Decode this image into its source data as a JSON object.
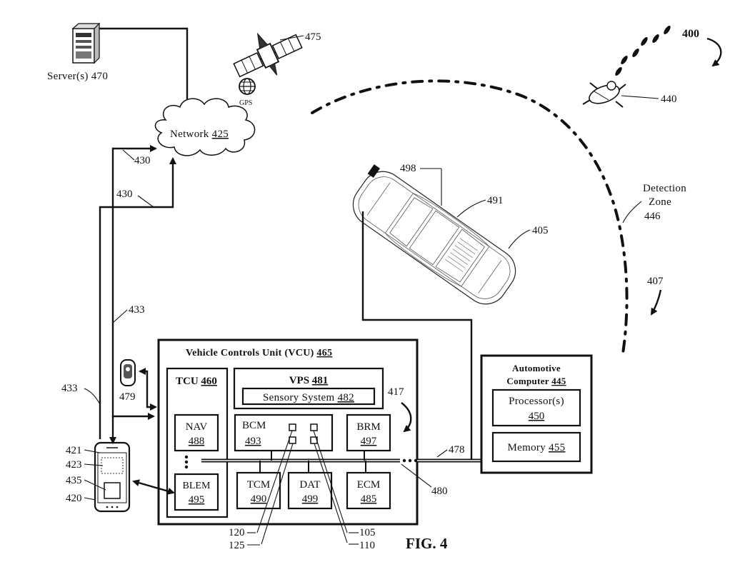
{
  "figure": {
    "fig_label": "FIG. 4",
    "ref_400": "400",
    "server_label": "Server(s) 470",
    "network_label": "Network",
    "network_ref": "425",
    "satellite_ref": "475",
    "gps_label": "GPS",
    "pedestrian_ref": "440",
    "detection_zone_line1": "Detection",
    "detection_zone_line2": "Zone",
    "detection_zone_ref": "446",
    "ref_407": "407",
    "vehicle_refs": {
      "r498": "498",
      "r491": "491",
      "r405": "405"
    },
    "link_refs": {
      "r430a": "430",
      "r430b": "430",
      "r433a": "433",
      "r433b": "433",
      "r478": "478",
      "r480": "480",
      "r417": "417"
    },
    "fob_ref": "479",
    "phone_refs": {
      "r421": "421",
      "r423": "423",
      "r435": "435",
      "r420": "420"
    },
    "chip_refs": {
      "r120": "120",
      "r125": "125",
      "r105": "105",
      "r110": "110"
    },
    "vcu": {
      "title": "Vehicle Controls Unit (VCU)",
      "ref": "465"
    },
    "tcu": {
      "title": "TCU",
      "ref": "460"
    },
    "vps": {
      "title": "VPS",
      "ref": "481"
    },
    "sensory": {
      "title": "Sensory System",
      "ref": "482"
    },
    "nav": {
      "title": "NAV",
      "ref": "488"
    },
    "blem": {
      "title": "BLEM",
      "ref": "495"
    },
    "bcm": {
      "title": "BCM",
      "ref": "493"
    },
    "brm": {
      "title": "BRM",
      "ref": "497"
    },
    "tcm": {
      "title": "TCM",
      "ref": "490"
    },
    "dat": {
      "title": "DAT",
      "ref": "499"
    },
    "ecm": {
      "title": "ECM",
      "ref": "485"
    },
    "auto_computer": {
      "line1": "Automotive",
      "line2": "Computer",
      "ref": "445"
    },
    "processor": {
      "title": "Processor(s)",
      "ref": "450"
    },
    "memory": {
      "title": "Memory",
      "ref": "455"
    }
  }
}
